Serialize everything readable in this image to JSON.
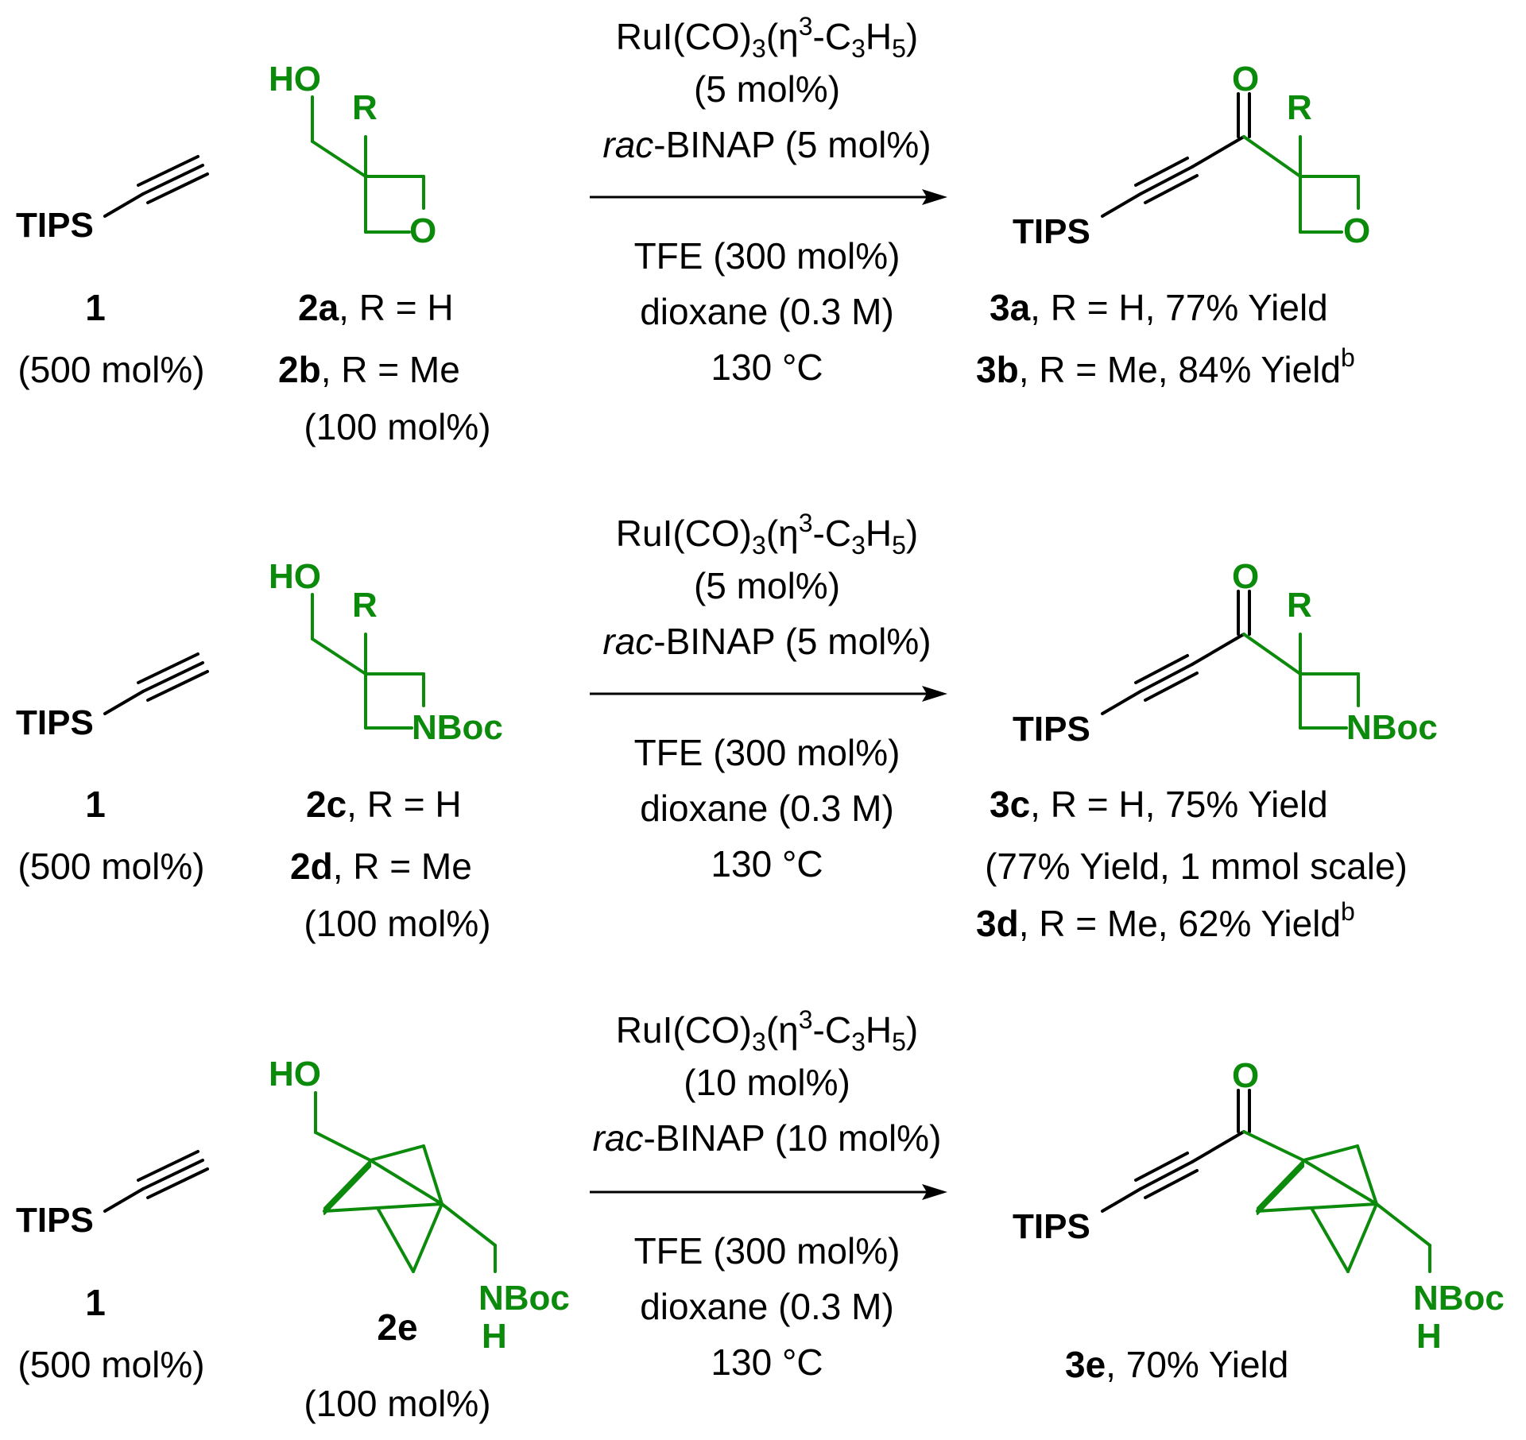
{
  "colors": {
    "substrate_fragment": "#0b8a0b",
    "text": "#000000"
  },
  "common": {
    "alkyne_label": "TIPS",
    "alkyne_id": "1",
    "alkyne_amount": "(500 mol%)",
    "substrate_amount": "(100 mol%)",
    "hydroxyl": "HO",
    "carbonyl_o": "O",
    "r_group": "R"
  },
  "row1": {
    "ring_heteroatom": "O",
    "sub_a_id": "2a",
    "sub_a_rest": ", R = H",
    "sub_b_id": "2b",
    "sub_b_rest": ", R = Me",
    "cat_pre": "RuI(CO)",
    "cat_sub1": "3",
    "cat_eta": "(η",
    "cat_sup": "3",
    "cat_mid": "-C",
    "cat_sub2": "3",
    "cat_h": "H",
    "cat_sub3": "5",
    "cat_close": ")",
    "cat_loading": "(5 mol%)",
    "ligand_italic": "rac",
    "ligand_rest": "-BINAP (5 mol%)",
    "additive": "TFE (300 mol%)",
    "solvent": "dioxane (0.3 M)",
    "temperature": "130 °C",
    "prod_a_id": "3a",
    "prod_a_rest": ", R = H, 77% Yield",
    "prod_b_id": "3b",
    "prod_b_rest": ", R = Me, 84% Yield",
    "prod_b_note": "b"
  },
  "row2": {
    "ring_heteroatom": "NBoc",
    "sub_a_id": "2c",
    "sub_a_rest": ", R = H",
    "sub_b_id": "2d",
    "sub_b_rest": ", R = Me",
    "cat_pre": "RuI(CO)",
    "cat_sub1": "3",
    "cat_eta": "(η",
    "cat_sup": "3",
    "cat_mid": "-C",
    "cat_sub2": "3",
    "cat_h": "H",
    "cat_sub3": "5",
    "cat_close": ")",
    "cat_loading": "(5 mol%)",
    "ligand_italic": "rac",
    "ligand_rest": "-BINAP (5 mol%)",
    "additive": "TFE (300 mol%)",
    "solvent": "dioxane (0.3 M)",
    "temperature": "130 °C",
    "prod_a_id": "3c",
    "prod_a_rest": ", R = H, 75% Yield",
    "prod_scale": "(77% Yield, 1 mmol scale)",
    "prod_b_id": "3d",
    "prod_b_rest": ", R = Me, 62% Yield",
    "prod_b_note": "b"
  },
  "row3": {
    "amine_nboc": "NBoc",
    "amine_h": "H",
    "sub_id": "2e",
    "cat_pre": "RuI(CO)",
    "cat_sub1": "3",
    "cat_eta": "(η",
    "cat_sup": "3",
    "cat_mid": "-C",
    "cat_sub2": "3",
    "cat_h": "H",
    "cat_sub3": "5",
    "cat_close": ")",
    "cat_loading": "(10 mol%)",
    "ligand_italic": "rac",
    "ligand_rest": "-BINAP (10 mol%)",
    "additive": "TFE (300 mol%)",
    "solvent": "dioxane (0.3 M)",
    "temperature": "130 °C",
    "prod_id": "3e",
    "prod_rest": ", 70% Yield"
  }
}
